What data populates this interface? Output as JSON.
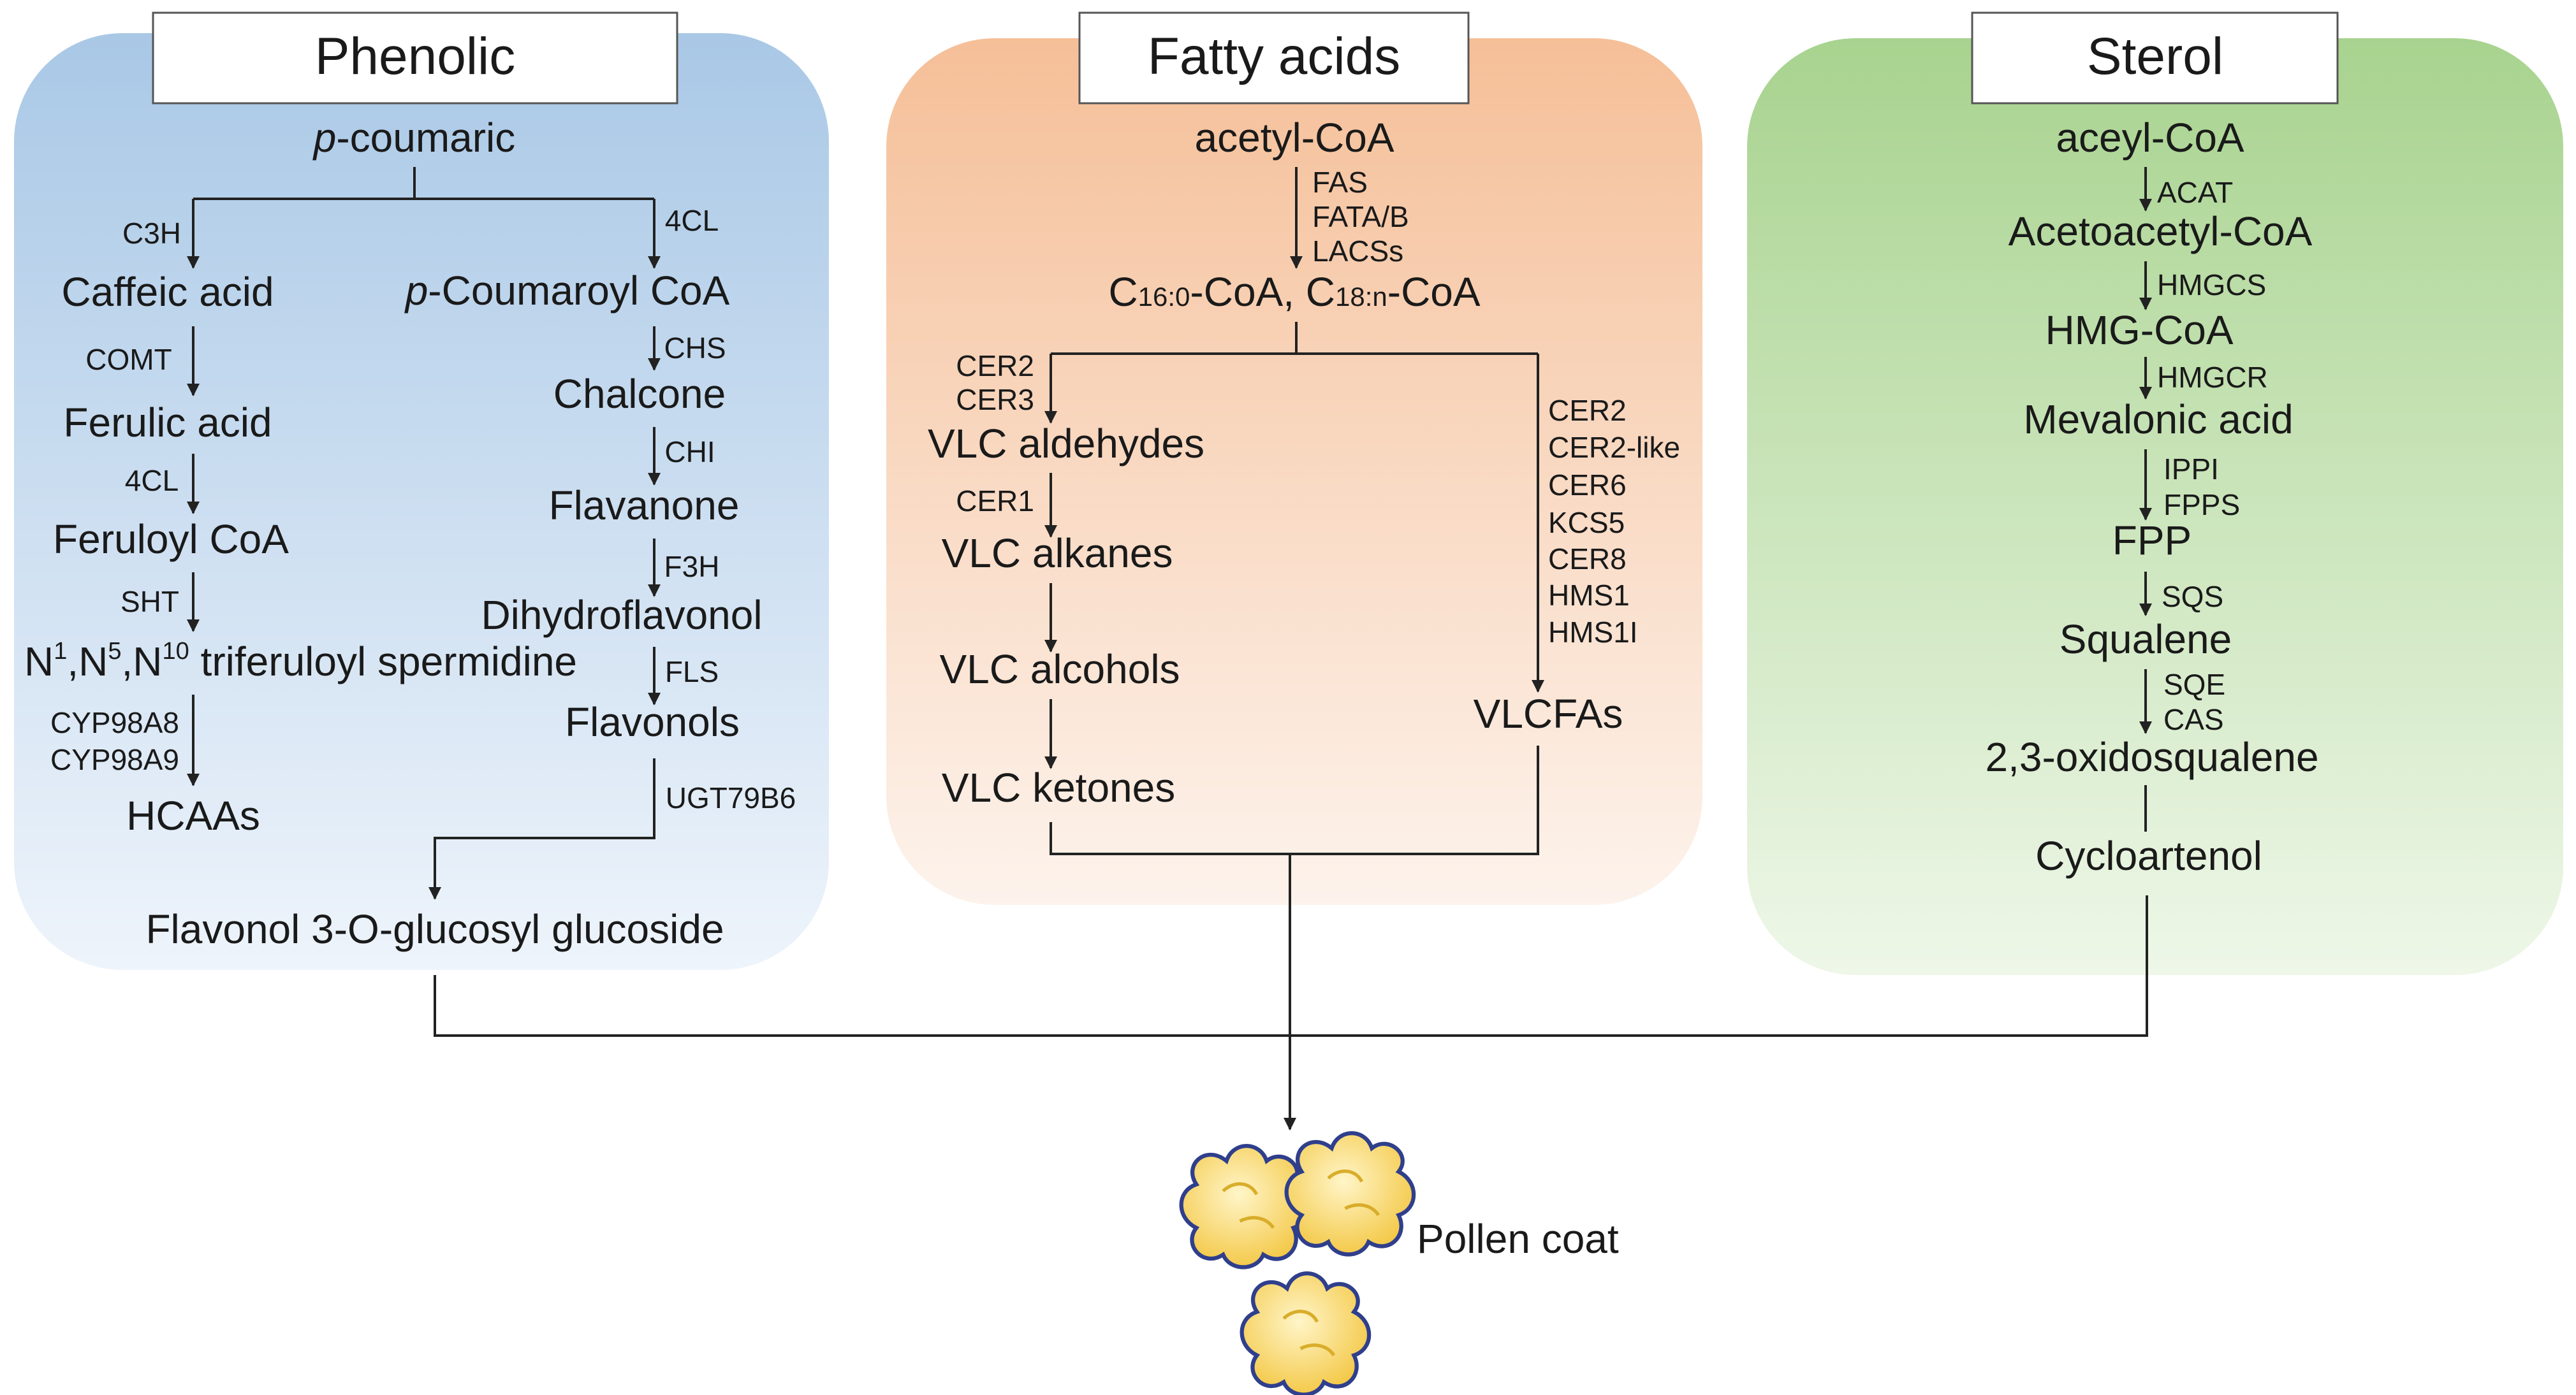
{
  "panels": {
    "phenolic": {
      "title": "Phenolic",
      "p_coumaric_prefix": "p",
      "p_coumaric_rest": "-coumaric",
      "c3h": "C3H",
      "fourcl_a": "4CL",
      "caffeic": "Caffeic acid",
      "coumaroyl_prefix": "p",
      "coumaroyl_rest": "-Coumaroyl CoA",
      "comt": "COMT",
      "chs": "CHS",
      "ferulic": "Ferulic acid",
      "chalcone": "Chalcone",
      "fourcl_b": "4CL",
      "chi": "CHI",
      "flavanone": "Flavanone",
      "feruloyl": "Feruloyl CoA",
      "f3h": "F3H",
      "sht": "SHT",
      "dihydroflavonol": "Dihydroflavonol",
      "trifer_n": "N",
      "trifer_s1": "1",
      "trifer_c1": ",N",
      "trifer_s2": "5",
      "trifer_c2": ",N",
      "trifer_s3": "10",
      "trifer_rest": " triferuloyl spermidine",
      "fls": "FLS",
      "cyp1": "CYP98A8",
      "cyp2": "CYP98A9",
      "flavonols": "Flavonols",
      "ugt": "UGT79B6",
      "hcaas": "HCAAs",
      "glucoside": "Flavonol 3-O-glucosyl glucoside"
    },
    "fatty": {
      "title": "Fatty acids",
      "acetyl": "acetyl-CoA",
      "fas": "FAS",
      "fata": "FATA/B",
      "lacss": "LACSs",
      "c_a": "C",
      "c_sub1": "16:0",
      "c_mid": "-CoA, C",
      "c_sub2": "18:n",
      "c_end": "-CoA",
      "cer2a": "CER2",
      "cer3": "CER3",
      "aldehydes": "VLC aldehydes",
      "cer1": "CER1",
      "alkanes": "VLC alkanes",
      "alcohols": "VLC alcohols",
      "ketones": "VLC ketones",
      "r_cer2": "CER2",
      "r_cer2like": "CER2-like",
      "r_cer6": "CER6",
      "r_kcs5": "KCS5",
      "r_cer8": "CER8",
      "r_hms1": "HMS1",
      "r_hms1i": "HMS1I",
      "vlcfas": "VLCFAs"
    },
    "sterol": {
      "title": "Sterol",
      "acyl": "aceyl-CoA",
      "acat": "ACAT",
      "acetoacetyl": "Acetoacetyl-CoA",
      "hmgcs": "HMGCS",
      "hmgcoa": "HMG-CoA",
      "hmgcr": "HMGCR",
      "mevalonic": "Mevalonic acid",
      "ippi": "IPPI",
      "fpps": "FPPS",
      "fpp": "FPP",
      "sqs": "SQS",
      "squalene": "Squalene",
      "sqe": "SQE",
      "cas": "CAS",
      "oxido": "2,3-oxidosqualene",
      "cyclo": "Cycloartenol"
    }
  },
  "pollen_label": "Pollen coat",
  "colors": {
    "phenolic_top": "#a9c8e6",
    "phenolic_bottom": "#eef4fb",
    "fatty_top": "#f5bf98",
    "fatty_bottom": "#fdf3ec",
    "sterol_top": "#a8d38f",
    "sterol_bottom": "#eef7e8",
    "pollen_fill": "#f7d65c",
    "pollen_stroke": "#2f3f8c"
  }
}
